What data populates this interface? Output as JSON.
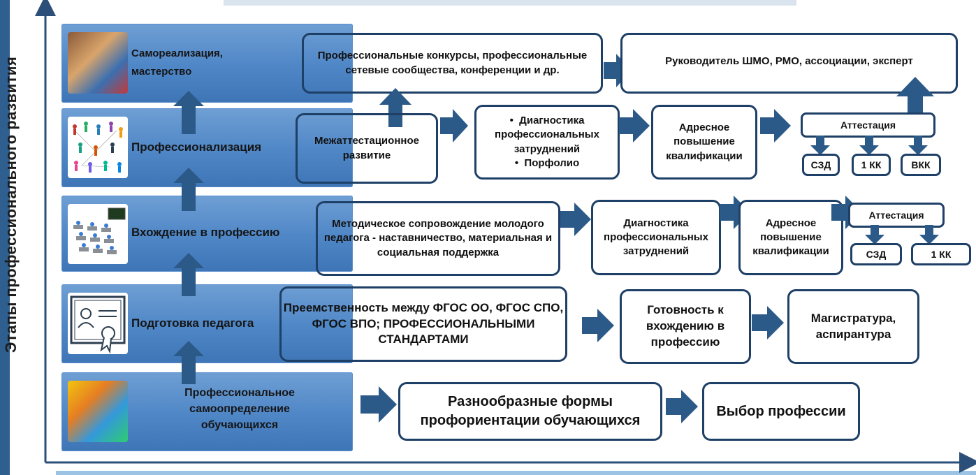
{
  "axis_label": "Этапы профессионального развития",
  "stages": [
    {
      "label": "Самореализация, мастерство",
      "image": "hands-together-photo"
    },
    {
      "label": "Профессионализация",
      "image": "people-network-icon"
    },
    {
      "label": "Вхождение в профессию",
      "image": "classroom-icon"
    },
    {
      "label": "Подготовка педагога",
      "image": "certificate-icon"
    },
    {
      "label": "Профессиональное самоопределение обучающихся",
      "image": "children-professions-photo"
    }
  ],
  "row1": {
    "box_a": "Профессиональные конкурсы, профессиональные сетевые сообщества, конференции и др.",
    "box_b": "Руководитель ШМО, РМО, ассоциации, эксперт"
  },
  "row2": {
    "box_a": "Межаттестационное развитие",
    "box_b_items": [
      "Диагностика профессиональных затруднений",
      "Порфолио"
    ],
    "box_c": "Адресное повышение квалификации",
    "attestation": "Аттестация",
    "att_options": [
      "СЗД",
      "1 КК",
      "ВКК"
    ]
  },
  "row3": {
    "box_a": "Методическое сопровождение молодого педагога - наставничество, материальная и социальная поддержка",
    "box_b": "Диагностика профессиональных затруднений",
    "box_c": "Адресное повышение квалификации",
    "attestation": "Аттестация",
    "att_options": [
      "СЗД",
      "1 КК"
    ]
  },
  "row4": {
    "box_a": "Преемственность между ФГОС ОО, ФГОС СПО, ФГОС ВПО; ПРОФЕССИОНАЛЬНЫМИ СТАНДАРТАМИ",
    "box_b": "Готовность к вхождению в профессию",
    "box_c": "Магистратура, аспирантура"
  },
  "row5": {
    "box_a": "Разнообразные формы профориентации обучающихся",
    "box_b": "Выбор профессии"
  },
  "colors": {
    "stage_fill": "#4e86c6",
    "arrow": "#2c5a88",
    "border": "#1e3f66"
  }
}
